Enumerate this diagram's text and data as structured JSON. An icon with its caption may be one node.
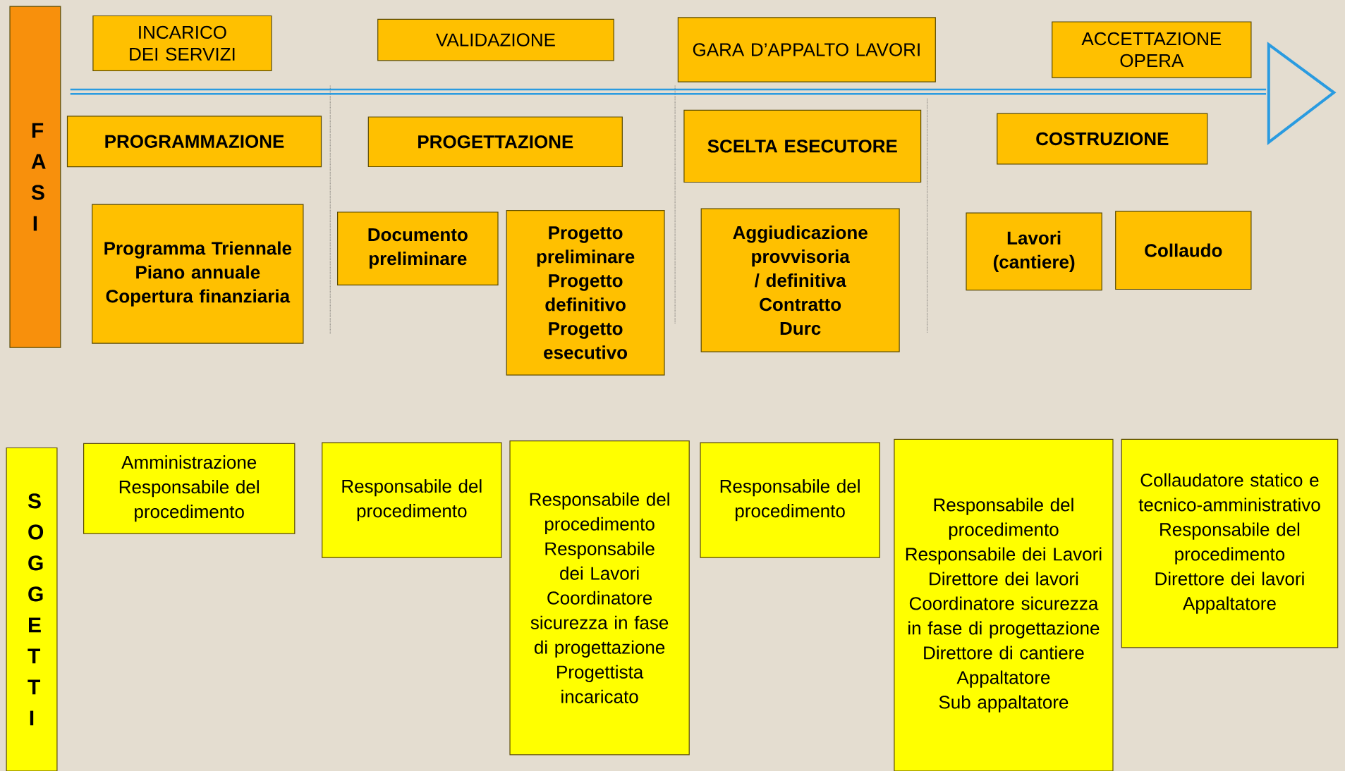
{
  "diagram": {
    "nodes": [
      {
        "text": [
          "F A S I"
        ]
      },
      {
        "text": [
          "INCARICO DEI SERVIZI"
        ]
      },
      {
        "text": [
          "VALIDAZIONE"
        ]
      },
      {
        "text": [
          "GARA D’APPALTO LAVORI"
        ]
      },
      {
        "text": [
          "ACCETTAZIONE OPERA"
        ]
      },
      {
        "text": [
          "PROGRAMMAZIONE"
        ]
      },
      {
        "text": [
          "PROGETTAZIONE"
        ]
      },
      {
        "text": [
          "SCELTA ESECUTORE"
        ]
      },
      {
        "text": [
          "COSTRUZIONE"
        ]
      },
      {
        "text": [
          "Programma Triennale",
          "Piano annuale",
          "Copertura finanziaria"
        ]
      },
      {
        "text": [
          "Documento preliminare"
        ]
      },
      {
        "text": [
          "Progetto preliminare",
          "Progetto definitivo",
          "Progetto esecutivo"
        ]
      },
      {
        "text": [
          "Aggiudicazione provvisoria / definitiva",
          "Contratto",
          "Durc"
        ]
      },
      {
        "text": [
          "Lavori (cantiere)"
        ]
      },
      {
        "text": [
          "Collaudo"
        ]
      },
      {
        "text": [
          "S O G G E T T I"
        ]
      },
      {
        "text": [
          "Amministrazione",
          "Responsabile del procedimento"
        ]
      },
      {
        "text": [
          "Responsabile del procedimento"
        ]
      },
      {
        "text": [
          "Responsabile del procedimento",
          "Responsabile dei Lavori",
          "Coordinatore sicurezza in fase di progettazione",
          "Progettista incaricato"
        ]
      },
      {
        "text": [
          "Responsabile del procedimento"
        ]
      },
      {
        "text": [
          "Responsabile del procedimento",
          "Responsabile dei Lavori",
          "Direttore dei lavori",
          "Coordinatore sicurezza in fase di progettazione",
          "Direttore di cantiere",
          "Appaltatore",
          "Sub appaltatore"
        ]
      },
      {
        "text": [
          "Collaudatore statico e tecnico-amministrativo",
          "Responsabile del procedimento",
          "Direttore dei lavori",
          "Appaltatore"
        ]
      }
    ]
  }
}
